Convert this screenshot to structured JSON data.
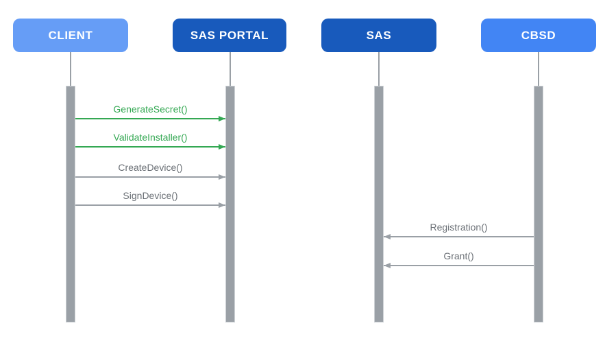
{
  "diagram": {
    "type": "sequence",
    "background": "#ffffff",
    "lifeline_color": "#9aa0a6",
    "activation_bar_color": "#9aa0a6",
    "actors": [
      {
        "label": "CLIENT",
        "color": "#669df6",
        "text_color": "#ffffff"
      },
      {
        "label": "SAS PORTAL",
        "color": "#185abc",
        "text_color": "#ffffff"
      },
      {
        "label": "SAS",
        "color": "#185abc",
        "text_color": "#ffffff"
      },
      {
        "label": "CBSD",
        "color": "#4285f4",
        "text_color": "#ffffff"
      }
    ],
    "messages": [
      {
        "label": "GenerateSecret()",
        "from": "CLIENT",
        "to": "SAS PORTAL",
        "direction": "right",
        "text_color": "#34a853",
        "line_color": "#34a853"
      },
      {
        "label": "ValidateInstaller()",
        "from": "CLIENT",
        "to": "SAS PORTAL",
        "direction": "right",
        "text_color": "#34a853",
        "line_color": "#34a853"
      },
      {
        "label": "CreateDevice()",
        "from": "CLIENT",
        "to": "SAS PORTAL",
        "direction": "right",
        "text_color": "#6b7076",
        "line_color": "#9aa0a6"
      },
      {
        "label": "SignDevice()",
        "from": "CLIENT",
        "to": "SAS PORTAL",
        "direction": "right",
        "text_color": "#6b7076",
        "line_color": "#9aa0a6"
      },
      {
        "label": "Registration()",
        "from": "CBSD",
        "to": "SAS",
        "direction": "left",
        "text_color": "#6b7076",
        "line_color": "#9aa0a6"
      },
      {
        "label": "Grant()",
        "from": "CBSD",
        "to": "SAS",
        "direction": "left",
        "text_color": "#6b7076",
        "line_color": "#9aa0a6"
      }
    ]
  }
}
